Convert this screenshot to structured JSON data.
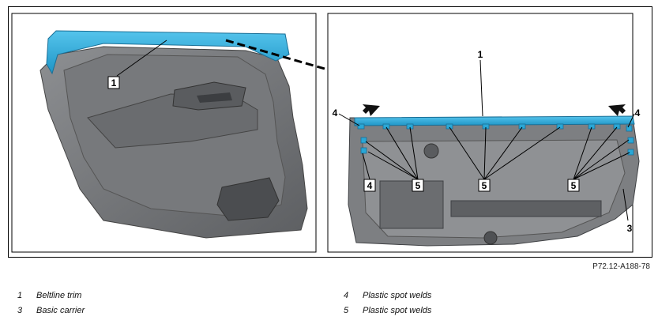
{
  "callouts": {
    "left_1": "1",
    "right_1": "1",
    "right_3": "3",
    "right_4a": "4",
    "right_4b": "4",
    "right_4c": "4",
    "right_5a": "5",
    "right_5b": "5",
    "right_5c": "5"
  },
  "figure_ref": "P72.12-A188-78",
  "legend": [
    {
      "number": "1",
      "text": "Beltline trim"
    },
    {
      "number": "3",
      "text": "Basic carrier"
    },
    {
      "number": "4",
      "text": "Plastic spot welds"
    },
    {
      "number": "5",
      "text": "Plastic spot welds"
    }
  ],
  "colors": {
    "highlight": "#2aa7d6",
    "panel_dark": "#6f7174",
    "panel_mid": "#8a8c8f",
    "panel_light": "#a9abae",
    "arrow": "#111111"
  }
}
